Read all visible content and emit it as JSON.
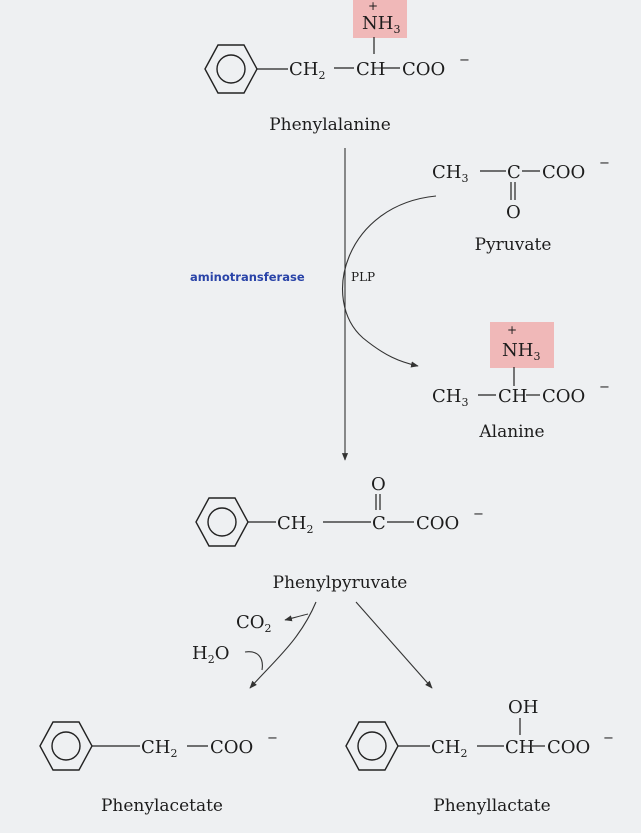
{
  "palette": {
    "highlight": "#f0b8b8",
    "enzyme_text": "#2a44a8",
    "background": "#eef0f2",
    "ink": "#1c1c1c"
  },
  "phenylalanine": {
    "amine": "NH3",
    "amine_sub": "3",
    "charge": "+",
    "ch2": "CH2",
    "ch": "CH",
    "coo": "COO",
    "minus": "−",
    "name": "Phenylalanine"
  },
  "pyruvate": {
    "ch3": "CH3",
    "c": "C",
    "coo": "COO",
    "minus": "−",
    "oxygen": "O",
    "name": "Pyruvate"
  },
  "alanine": {
    "amine": "NH3",
    "charge": "+",
    "ch3": "CH3",
    "ch": "CH",
    "coo": "COO",
    "minus": "−",
    "name": "Alanine"
  },
  "reaction": {
    "enzyme": "aminotransferase",
    "cofactor": "PLP"
  },
  "phenylpyruvate": {
    "oxygen": "O",
    "ch2": "CH2",
    "c": "C",
    "coo": "COO",
    "minus": "−",
    "name": "Phenylpyruvate"
  },
  "decarboxylation": {
    "co2": "CO2",
    "h2o": "H2O"
  },
  "phenylacetate": {
    "ch2": "CH2",
    "coo": "COO",
    "minus": "−",
    "name": "Phenylacetate"
  },
  "phenyllactate": {
    "oh": "OH",
    "ch2": "CH2",
    "ch": "CH",
    "coo": "COO",
    "minus": "−",
    "name": "Phenyllactate"
  }
}
